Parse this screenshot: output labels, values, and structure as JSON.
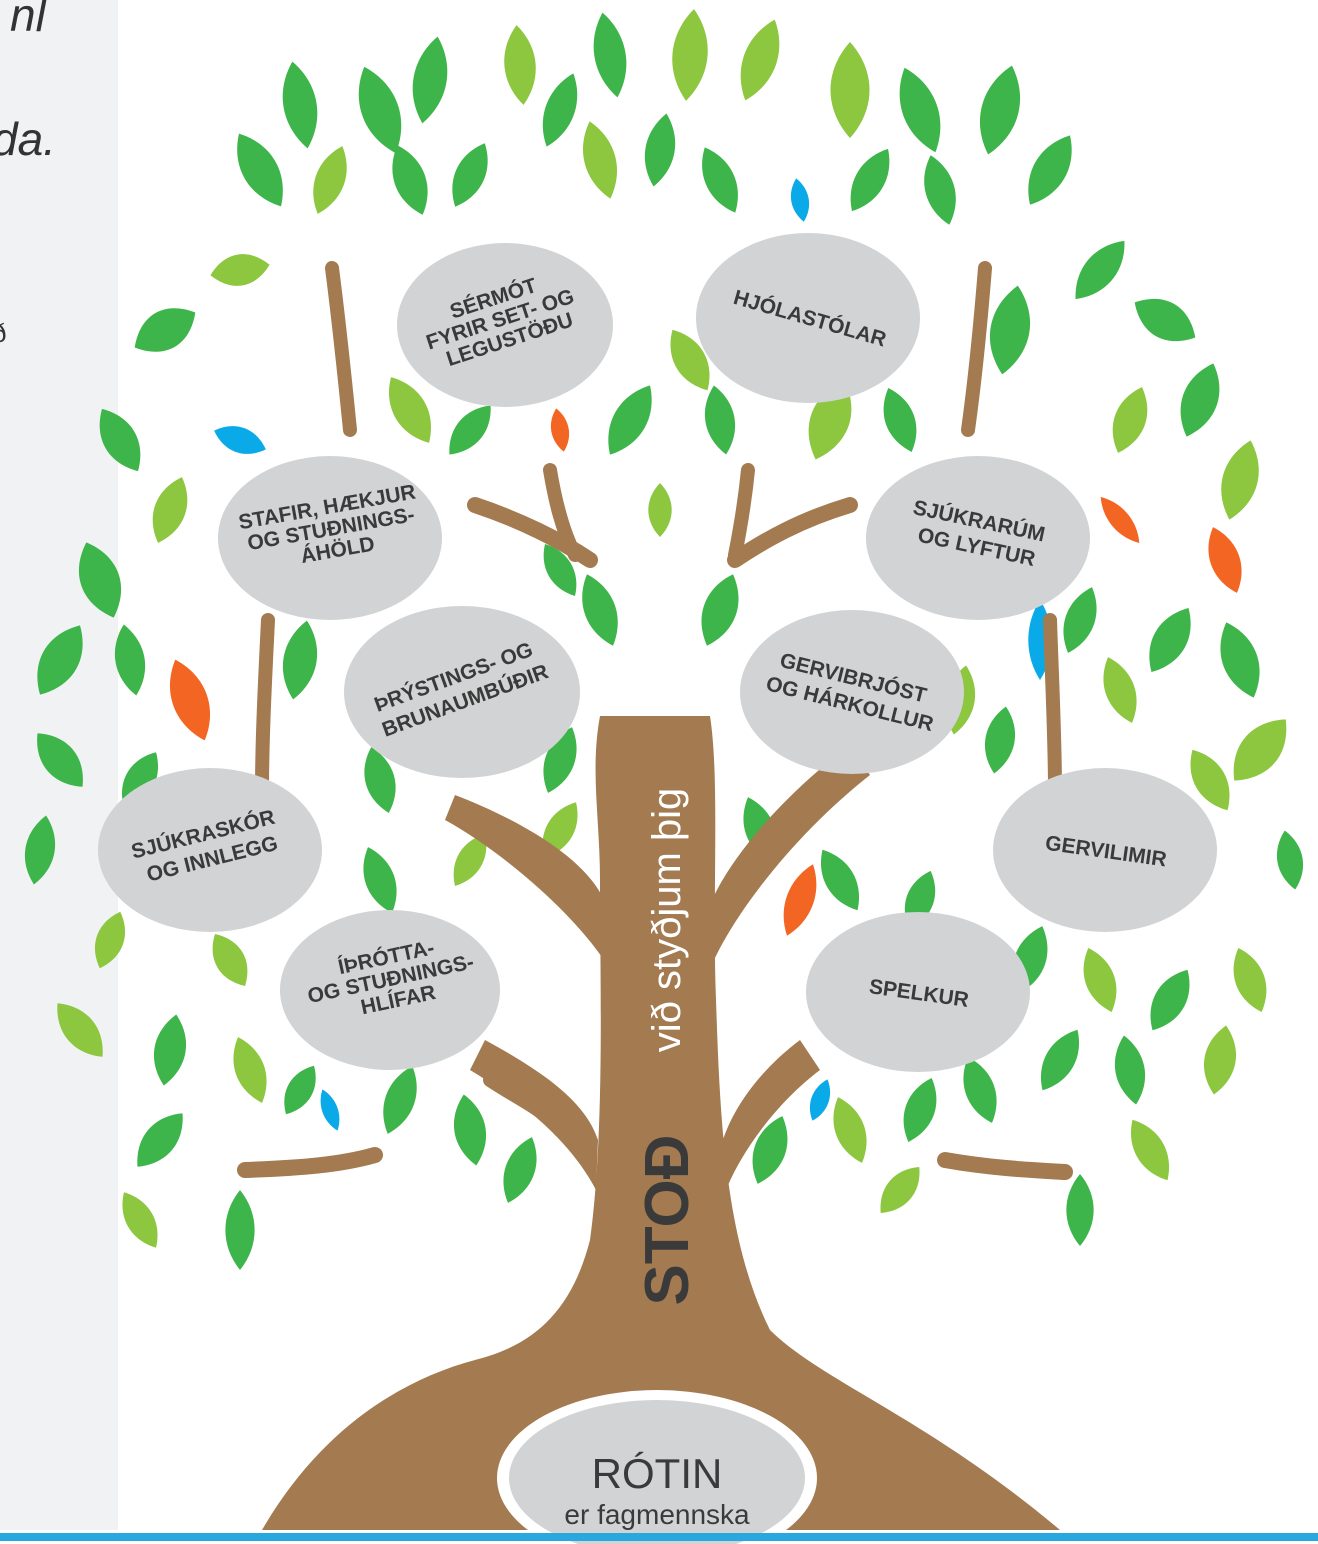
{
  "left_panel": {
    "fragments": [
      "nl",
      "da.",
      "ð"
    ]
  },
  "tree": {
    "trunk_title": "STOÐ",
    "trunk_subtitle": "við styðjum þig",
    "root_title": "RÓTIN",
    "root_subtitle": "er fagmennska",
    "categories": [
      {
        "lines": [
          "SÉRMÓT",
          "FYRIR SET- OG",
          "LEGUSTÖÐU"
        ]
      },
      {
        "lines": [
          "HJÓLASTÓLAR"
        ]
      },
      {
        "lines": [
          "STAFIR, HÆKJUR",
          "OG STUÐNINGS-",
          "ÁHÖLD"
        ]
      },
      {
        "lines": [
          "SJÚKRARÚM",
          "OG LYFTUR"
        ]
      },
      {
        "lines": [
          "ÞRÝSTINGS- OG",
          "BRUNAUMBÚÐIR"
        ]
      },
      {
        "lines": [
          "GERVIBRJÓST",
          "OG HÁRKOLLUR"
        ]
      },
      {
        "lines": [
          "SJÚKRASKÓR",
          "OG INNLEGG"
        ]
      },
      {
        "lines": [
          "GERVILIMIR"
        ]
      },
      {
        "lines": [
          "ÍÞRÓTTA-",
          "OG STUÐNINGS-",
          "HLÍFAR"
        ]
      },
      {
        "lines": [
          "SPELKUR"
        ]
      }
    ]
  },
  "colors": {
    "trunk": "#a47a50",
    "leaf_dark": "#3db54a",
    "leaf_light": "#8dc63f",
    "leaf_blue": "#0aa9e8",
    "leaf_orange": "#f26522",
    "bubble": "#d1d3d4",
    "text": "#3a3a3a",
    "accent_line": "#29a8e0",
    "panel_bg": "#f1f2f4"
  }
}
